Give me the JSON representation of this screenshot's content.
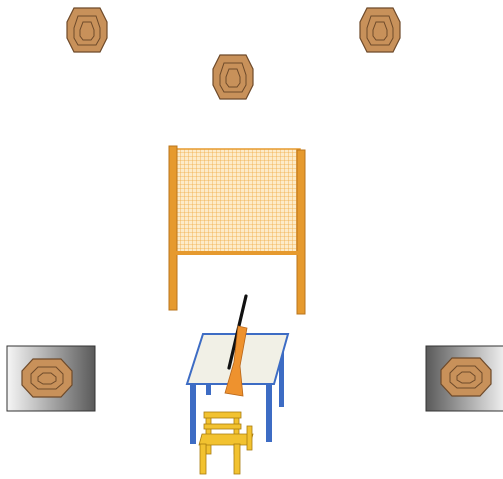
{
  "scene": {
    "description_elements": {
      "targets_top": [
        "target-left",
        "target-center",
        "target-right"
      ],
      "screen": "net-screen",
      "bench": "shooting-bench",
      "rifle": "rifle",
      "chair": "chair",
      "side_boxes": [
        "side-box-left",
        "side-box-right"
      ]
    },
    "colors": {
      "target_fill": "#C8915A",
      "target_stroke": "#6E4A2A",
      "net_fill": "#FDEBC8",
      "net_grid": "#F0A940",
      "net_post": "#E69A2E",
      "bench_top": "#F1F0E6",
      "bench_leg": "#3D6CC4",
      "rifle_stock": "#EE922E",
      "rifle_barrel": "#111111",
      "chair": "#F2C230",
      "box_light": "#F4F4F4",
      "box_dark": "#5A5A5A"
    }
  }
}
